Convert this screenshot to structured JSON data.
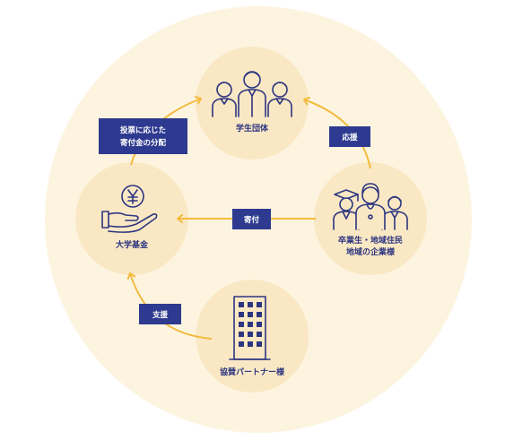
{
  "colors": {
    "background_circle": "#fdf4e0",
    "node_circle": "#fae8c4",
    "arrow": "#f2bb3c",
    "tag_fill": "#2e3a8f",
    "icon_stroke": "#2c3580",
    "tag_text": "#ffffff"
  },
  "nodes": {
    "students": {
      "label": "学生団体",
      "icon": "students-group-icon"
    },
    "fund": {
      "label": "大学基金",
      "icon": "yen-hand-icon"
    },
    "donors": {
      "line1": "卒業生・地域住民",
      "line2": "地域の企業様",
      "icon": "graduates-group-icon"
    },
    "partners": {
      "label": "協賛パートナー様",
      "icon": "building-icon"
    }
  },
  "tags": {
    "distribution_line1": "投票に応じた",
    "distribution_line2": "寄付金の分配",
    "support_cheer": "応援",
    "donation": "寄付",
    "support_help": "支援"
  }
}
